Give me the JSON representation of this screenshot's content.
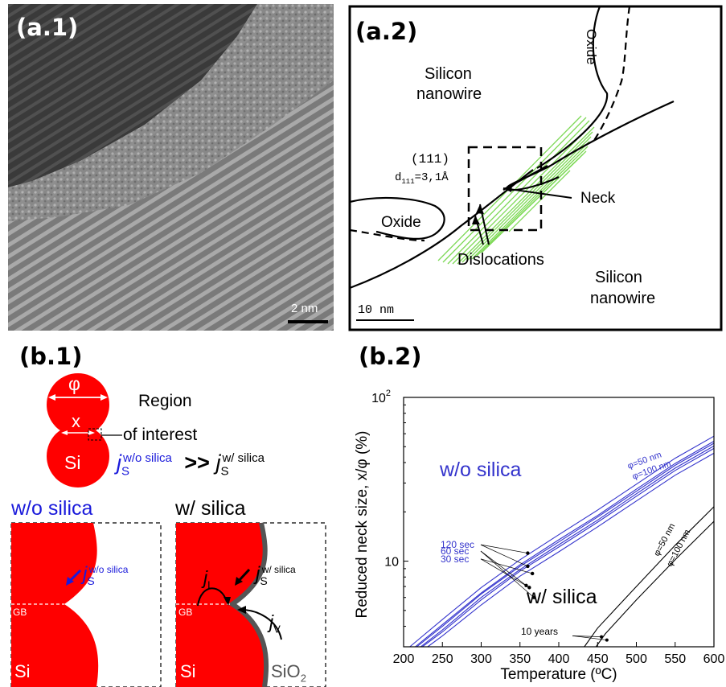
{
  "panels": {
    "a1": {
      "label": "(a.1)",
      "scale": "2 nm"
    },
    "a2": {
      "label": "(a.2)",
      "oxide_top": "Oxide",
      "oxide_left": "Oxide",
      "si_top_1": "Silicon",
      "si_top_2": "nanowire",
      "si_bottom_1": "Silicon",
      "si_bottom_2": "nanowire",
      "plane": "(111)",
      "dspacing_main": "d",
      "dspacing_sub": "111",
      "dspacing_val": "=3,1Å",
      "neck": "Neck",
      "dislocations": "Dislocations",
      "scale": "10 nm",
      "lattice_color": "#7ed957"
    },
    "b1": {
      "label": "(b.1)",
      "phi": "φ",
      "x": "x",
      "si": "Si",
      "region_1": "Region",
      "region_2": "of interest",
      "flux_j": "j",
      "flux_sub": "S",
      "sup_wo": "w/o silica",
      "relation": ">>",
      "sup_w": "w/ silica",
      "wo_title": "w/o silica",
      "w_title": "w/ silica",
      "gb": "GB",
      "jl_sub": "L",
      "jv_sub": "V",
      "sio2": "SiO",
      "sio2_sub": "2",
      "red": "#ff0000",
      "blue": "#1a1adb"
    },
    "b2": {
      "label": "(b.2)"
    }
  },
  "chart_data": {
    "type": "line",
    "ylabel": "Reduced neck size, x/φ (%)",
    "xlabel": "Temperature (ºC)",
    "xlim": [
      200,
      600
    ],
    "ylim": [
      3,
      100
    ],
    "y_scale": "log",
    "xticks": [
      "200",
      "250",
      "300",
      "350",
      "400",
      "450",
      "500",
      "550",
      "600"
    ],
    "yticks": [
      {
        "value": 10,
        "label": "10"
      },
      {
        "value": 100,
        "label": "10",
        "sup": "2"
      }
    ],
    "wo_label": "w/o silica",
    "w_label": "w/ silica",
    "wo_color": "#3333cc",
    "w_color": "#000000",
    "series_wo": [
      {
        "name": "φ=50 nm, 120 sec",
        "x": [
          208,
          250,
          300,
          350,
          400,
          450,
          500,
          550,
          600
        ],
        "y": [
          3.0,
          4.4,
          6.9,
          10.2,
          14.5,
          20.5,
          29.5,
          42.5,
          58.0
        ]
      },
      {
        "name": "φ=50 nm, 60 sec",
        "x": [
          215,
          250,
          300,
          350,
          400,
          450,
          500,
          550,
          600
        ],
        "y": [
          3.0,
          4.1,
          6.4,
          9.5,
          13.5,
          19.0,
          27.5,
          39.5,
          54.0
        ]
      },
      {
        "name": "φ=50 nm, 30 sec",
        "x": [
          222,
          250,
          300,
          350,
          400,
          450,
          500,
          550,
          600
        ],
        "y": [
          3.0,
          3.8,
          6.0,
          8.9,
          12.6,
          17.8,
          25.8,
          37.0,
          50.5
        ]
      },
      {
        "name": "φ=100 nm, 120 sec",
        "x": [
          217,
          250,
          300,
          350,
          400,
          450,
          500,
          550,
          600
        ],
        "y": [
          3.0,
          4.0,
          6.3,
          9.3,
          13.1,
          18.6,
          26.7,
          38.5,
          52.5
        ]
      },
      {
        "name": "φ=100 nm, 60 sec",
        "x": [
          224,
          250,
          300,
          350,
          400,
          450,
          500,
          550,
          600
        ],
        "y": [
          3.0,
          3.7,
          5.8,
          8.7,
          12.2,
          17.3,
          24.9,
          35.8,
          48.8
        ]
      },
      {
        "name": "φ=100 nm, 30 sec",
        "x": [
          231,
          250,
          300,
          350,
          400,
          450,
          500,
          550,
          600
        ],
        "y": [
          3.0,
          3.5,
          5.4,
          8.1,
          11.4,
          16.2,
          23.3,
          33.5,
          45.6
        ]
      }
    ],
    "series_w": [
      {
        "name": "φ=50 nm, 10 years",
        "x": [
          433,
          450,
          500,
          550,
          600
        ],
        "y": [
          3.0,
          3.9,
          7.0,
          12.5,
          21.5
        ]
      },
      {
        "name": "φ=100 nm, 10 years",
        "x": [
          448,
          460,
          500,
          550,
          600
        ],
        "y": [
          3.0,
          3.6,
          5.8,
          10.2,
          17.5
        ]
      }
    ],
    "wo_time_labels": [
      "120 sec",
      "60 sec",
      "30 sec"
    ],
    "w_time_label": "10 years",
    "wo_phi_labels": [
      "φ=50 nm",
      "φ=100 nm"
    ],
    "w_phi_labels": [
      "φ=50 nm",
      "φ=100 nm"
    ]
  }
}
